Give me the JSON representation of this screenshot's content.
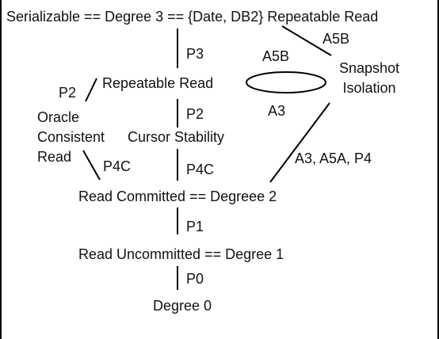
{
  "nodes": {
    "serializable": "Serializable == Degree 3 == {Date, DB2} Repeatable Read",
    "repeatable_read": "Repeatable Read",
    "snapshot_line1": "Snapshot",
    "snapshot_line2": "Isolation",
    "oracle_line1": "Oracle",
    "oracle_line2": "Consistent",
    "oracle_line3": "Read",
    "cursor_stability": "Cursor Stability",
    "read_committed": "Read Committed == Degreee 2",
    "read_uncommitted": "Read Uncommitted == Degree 1",
    "degree0": "Degree 0"
  },
  "edge_labels": {
    "p3": "P3",
    "a5b_top": "A5B",
    "a5b_ellipse": "A5B",
    "p2_left": "P2",
    "p2_center": "P2",
    "a3": "A3",
    "p4c_left": "P4C",
    "p4c_center": "P4C",
    "a3_a5a_p4": "A3, A5A, P4",
    "p1": "P1",
    "p0": "P0"
  }
}
